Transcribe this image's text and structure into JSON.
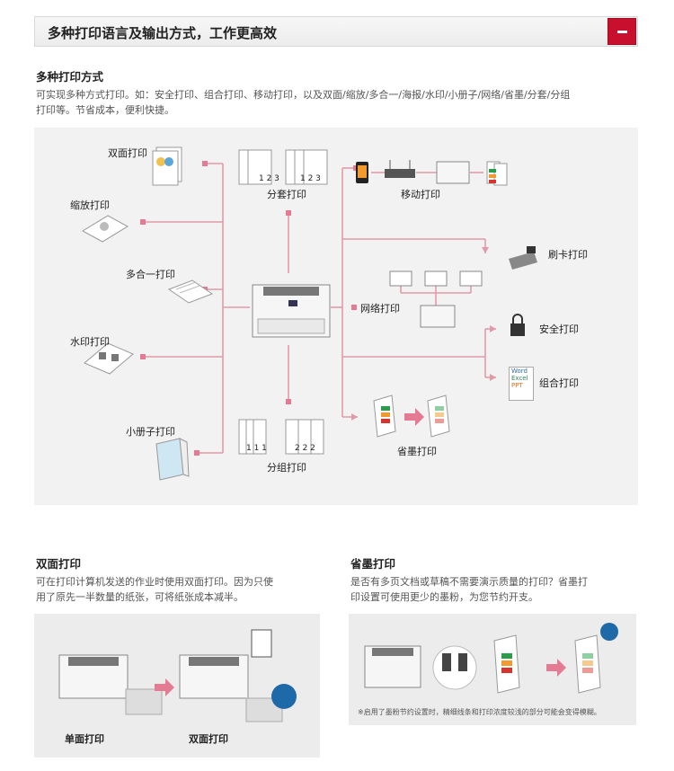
{
  "header": {
    "title": "多种打印语言及输出方式，工作更高效"
  },
  "intro": {
    "title": "多种打印方式",
    "line1": "可实现多种方式打印。如：安全打印、组合打印、移动打印，以及双面/缩放/多合一/海报/水印/小册子/网络/省墨/分套/分组",
    "line2": "打印等。节省成本，便利快捷。"
  },
  "diagram": {
    "duplex": "双面打印",
    "zoom": "缩放打印",
    "nup": "多合一打印",
    "watermark": "水印打印",
    "booklet": "小册子打印",
    "collate": "分套打印",
    "group": "分组打印",
    "mobile": "移动打印",
    "card": "刷卡打印",
    "network": "网络打印",
    "secure": "安全打印",
    "combo": "组合打印",
    "toner": "省墨打印",
    "combo_word": "Word",
    "combo_excel": "Excel",
    "combo_ppt": "PPT",
    "collate_nums": [
      "1 2 3",
      "1 2 3"
    ],
    "group_nums": [
      "1 1 1",
      "2 2 2"
    ]
  },
  "duplex_section": {
    "title": "双面打印",
    "line1": "可在打印计算机发送的作业时使用双面打印。因为只使",
    "line2": "用了原先一半数量的纸张，可将纸张成本减半。",
    "label_single": "单面打印",
    "label_duplex": "双面打印"
  },
  "toner_section": {
    "title": "省墨打印",
    "line1": "是否有多页文档或草稿不需要演示质量的打印？省墨打",
    "line2": "印设置可使用更少的墨粉，为您节约开支。",
    "note": "※启用了墨粉节约设置时，精细线条和打印浓度较浅的部分可能会变得模糊。"
  },
  "colors": {
    "accent": "#c8102e",
    "line": "#e29aa8",
    "dot": "#e57b93"
  }
}
